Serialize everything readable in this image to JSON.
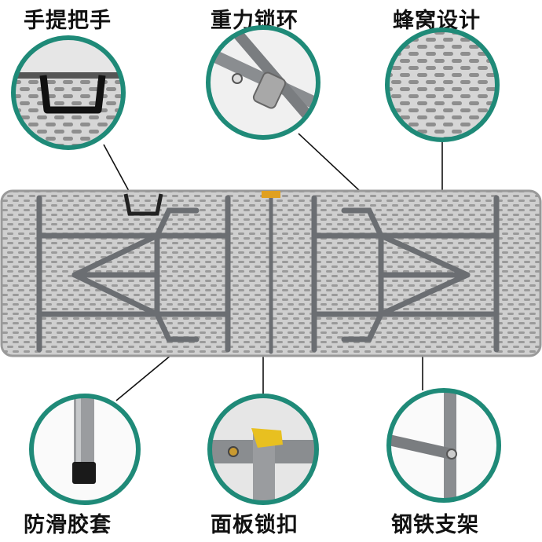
{
  "labels": {
    "carry_handle": "手提把手",
    "gravity_lock_ring": "重力锁环",
    "honeycomb_design": "蜂窝设计",
    "anti_slip_cap": "防滑胶套",
    "panel_lock": "面板锁扣",
    "steel_frame": "钢铁支架"
  },
  "colors": {
    "ring": "#1f8a78",
    "table_surface": "#c9c9c9",
    "frame": "#6b6e72",
    "latch": "#e0a020"
  }
}
